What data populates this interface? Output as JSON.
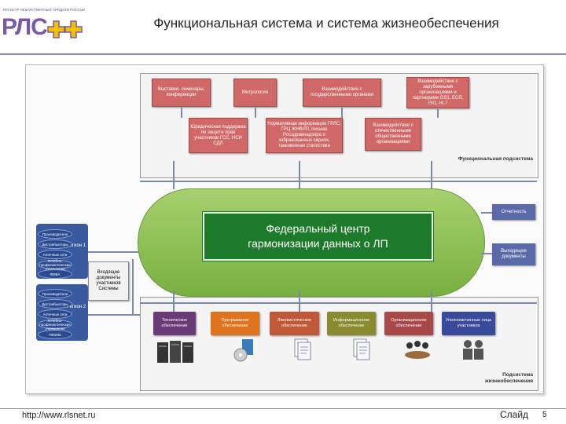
{
  "header": {
    "logo_tagline": "РЕГИСТР ЛЕКАРСТВЕННЫХ СРЕДСТВ РОССИИ",
    "logo_text": "РЛС",
    "title": "Функциональная система и система жизнеобеспечения"
  },
  "functional_subsystem": {
    "label": "Функциональная подсистема",
    "top_boxes": [
      "Выставки, семинары, конференции",
      "Метрология",
      "Взаимодействие с государственными органами",
      "Взаимодействие с зарубежными организациями и партнерами GS1, ECR, ISO, HL7"
    ],
    "middle_boxes": [
      "Юридическая поддержка по защите прав участников ГСС, НСИ СДЛ",
      "Нормативная информация ГРЛС, ГРЦ ЖНВЛП, письма Росздравнадзора о забракованных сериях, таможенная статистика",
      "Взаимодействие с отечественными общественными организациями"
    ]
  },
  "center": {
    "line1": "Федеральный центр",
    "line2": "гармонизации данных о ЛП"
  },
  "outputs": {
    "reports": "Отчетность",
    "outgoing_docs": "Выходящие документы"
  },
  "regions": {
    "region1": "Регион 1",
    "region2": "Регион 2",
    "region1_items": [
      "Производители",
      "Дистрибьюторы",
      "Аптечные сети",
      "Лечебно-профилактические учреждения",
      "ФМБА"
    ],
    "region2_items": [
      "Производители",
      "Дистрибьюторы",
      "Аптечные сети",
      "Лечебно-профилактические учреждения",
      "ТФОМС"
    ],
    "incoming": "Входящие документы участников Системы"
  },
  "life_support_subsystem": {
    "label": "Подсистема жизнеобеспечения",
    "boxes": [
      "Техническое обеспечение",
      "Программное обеспечение",
      "Лингвистическое обеспечение",
      "Информационное обеспечение",
      "Организационное обеспечение",
      "Уполномоченные лица участников"
    ]
  },
  "footer": {
    "url": "http://www.rlsnet.ru",
    "slide_label": "Слайд",
    "slide_number": "5"
  },
  "colors": {
    "red_box": "#d06868",
    "center_green": "#1c7a2a",
    "ellipse_green": "#8cc050",
    "purple": "#5a6aa8",
    "region_blue": "#3a5aa0"
  }
}
